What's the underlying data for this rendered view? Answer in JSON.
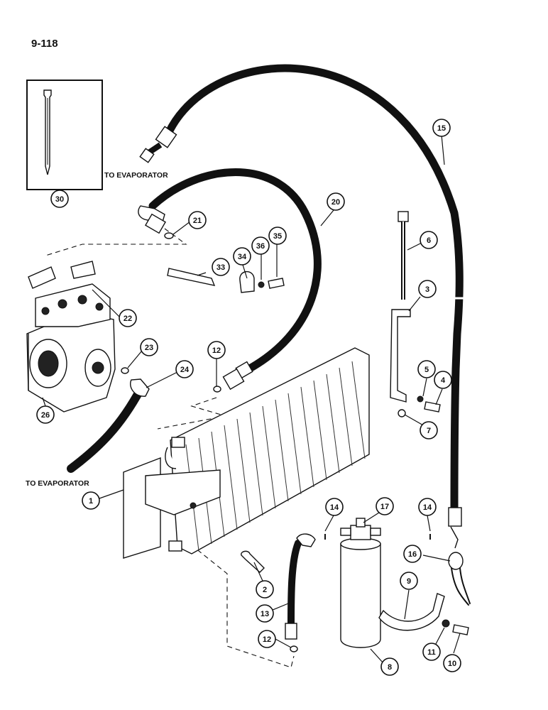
{
  "page_number": "9-118",
  "captions": {
    "to_evaporator_top": "TO EVAPORATOR",
    "to_evaporator_bottom": "TO EVAPORATOR"
  },
  "callouts": [
    {
      "id": "c1",
      "label": "1"
    },
    {
      "id": "c2",
      "label": "2"
    },
    {
      "id": "c3",
      "label": "3"
    },
    {
      "id": "c4",
      "label": "4"
    },
    {
      "id": "c5",
      "label": "5"
    },
    {
      "id": "c6",
      "label": "6"
    },
    {
      "id": "c7",
      "label": "7"
    },
    {
      "id": "c8",
      "label": "8"
    },
    {
      "id": "c9",
      "label": "9"
    },
    {
      "id": "c10",
      "label": "10"
    },
    {
      "id": "c11",
      "label": "11"
    },
    {
      "id": "c12a",
      "label": "12"
    },
    {
      "id": "c12b",
      "label": "12"
    },
    {
      "id": "c13",
      "label": "13"
    },
    {
      "id": "c14a",
      "label": "14"
    },
    {
      "id": "c14b",
      "label": "14"
    },
    {
      "id": "c15",
      "label": "15"
    },
    {
      "id": "c16",
      "label": "16"
    },
    {
      "id": "c17",
      "label": "17"
    },
    {
      "id": "c20",
      "label": "20"
    },
    {
      "id": "c21",
      "label": "21"
    },
    {
      "id": "c22",
      "label": "22"
    },
    {
      "id": "c23",
      "label": "23"
    },
    {
      "id": "c24",
      "label": "24"
    },
    {
      "id": "c26",
      "label": "26"
    },
    {
      "id": "c30",
      "label": "30"
    },
    {
      "id": "c33",
      "label": "33"
    },
    {
      "id": "c34",
      "label": "34"
    },
    {
      "id": "c35",
      "label": "35"
    },
    {
      "id": "c36",
      "label": "36"
    }
  ]
}
